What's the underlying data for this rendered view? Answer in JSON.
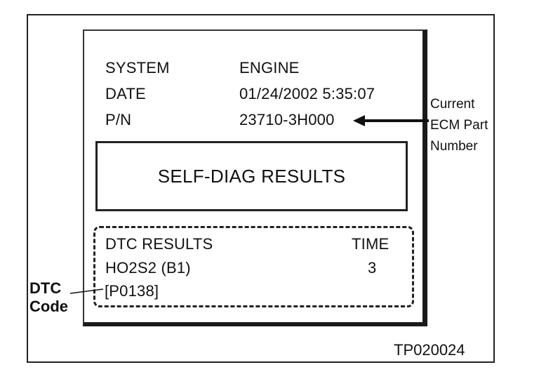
{
  "screen": {
    "system_label": "SYSTEM",
    "system_value": "ENGINE",
    "date_label": "DATE",
    "date_value": "01/24/2002 5:35:07",
    "pn_label": "P/N",
    "pn_value": "23710-3H000"
  },
  "results_banner": "SELF-DIAG RESULTS",
  "dtc_section": {
    "header_results": "DTC RESULTS",
    "header_time": "TIME",
    "item_name": "HO2S2 (B1)",
    "item_time": "3",
    "item_code": "[P0138]"
  },
  "callouts": {
    "part_number": [
      "Current",
      "ECM Part",
      "Number"
    ],
    "dtc_code": [
      "DTC",
      "Code"
    ]
  },
  "figure_id": "TP020024"
}
